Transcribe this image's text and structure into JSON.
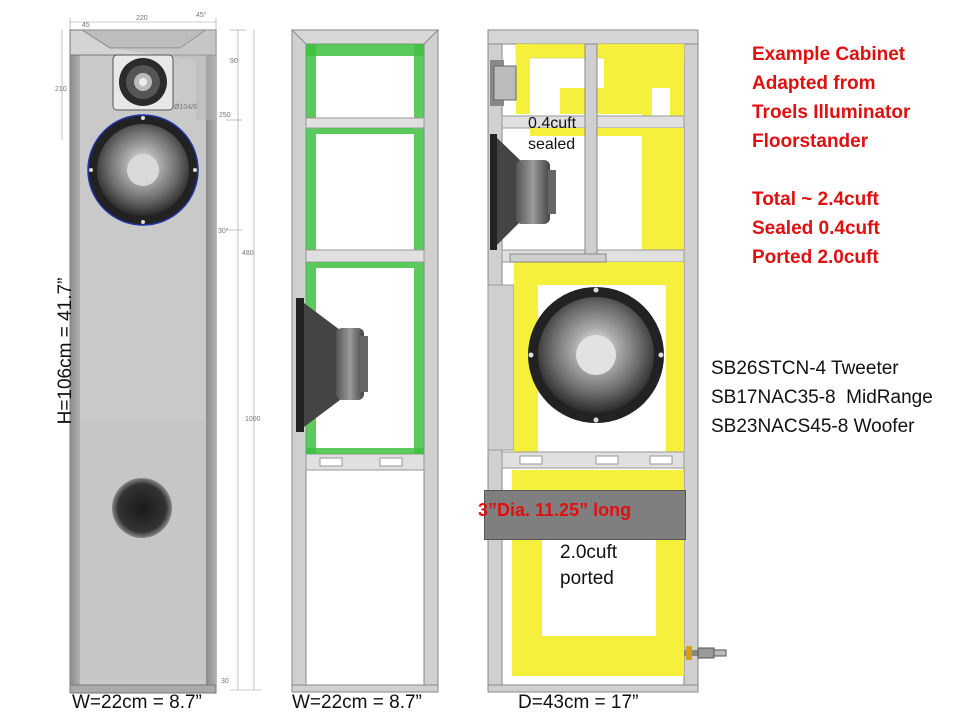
{
  "title_lines": [
    "Example Cabinet",
    "Adapted from",
    "Troels Illuminator",
    "Floorstander"
  ],
  "volume_lines": [
    "Total ~ 2.4cuft",
    "Sealed 0.4cuft",
    "Ported 2.0cuft"
  ],
  "drivers": [
    "SB26STCN-4 Tweeter",
    "SB17NAC35-8  MidRange",
    "SB23NACS45-8 Woofer"
  ],
  "height_label": "H=106cm = 41.7”",
  "width_label_front": "W=22cm = 8.7”",
  "width_label_mid": "W=22cm = 8.7”",
  "depth_label": "D=43cm = 17”",
  "sealed_label": [
    "0.4cuft",
    "sealed"
  ],
  "ported_label": [
    "2.0cuft",
    "ported"
  ],
  "port_label": "3”Dia.  11.25”  long",
  "dimensions": {
    "top_width": "220",
    "top_left": "45",
    "bevel": "45°",
    "d90": "90",
    "d210": "210",
    "d250": "250",
    "d480": "480",
    "d1000": "1000",
    "d30": "30",
    "angle_mid": "30°",
    "tweeter_dia": "Ø104/6"
  },
  "colors": {
    "title_red": "#e01010",
    "damping_yellow": "#f5f03c",
    "damping_green": "#3fbf3f",
    "cabinet_gray": "#c8c8c8"
  }
}
